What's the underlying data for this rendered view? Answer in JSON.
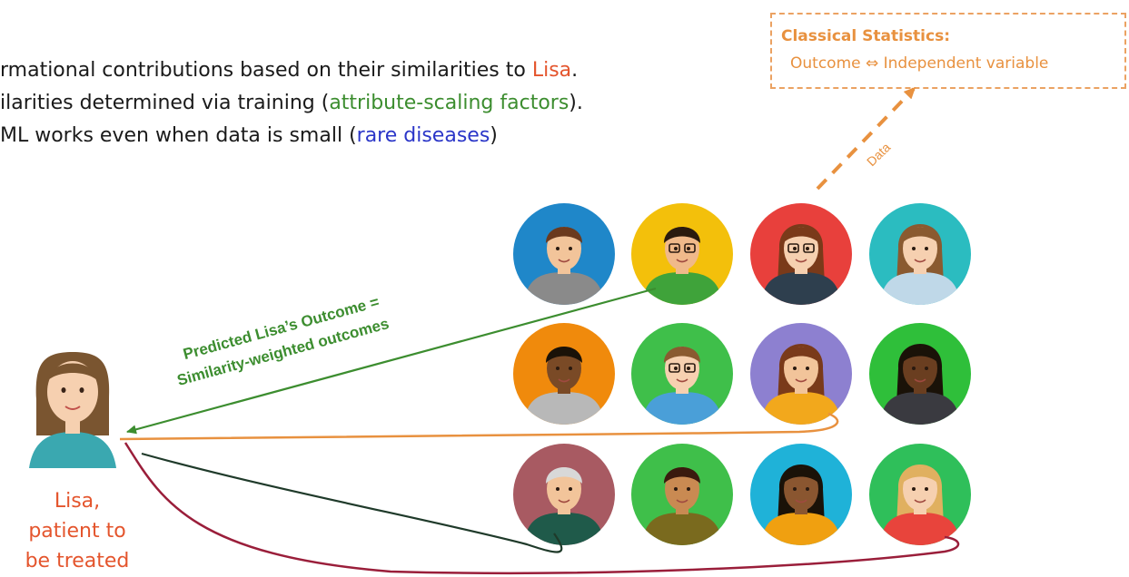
{
  "bullets": [
    {
      "pre": "rmational contributions based on their similarities to ",
      "hl": "Lisa",
      "post": ".",
      "hl_color": "orange"
    },
    {
      "pre": "ilarities determined via training (",
      "hl": "attribute-scaling factors",
      "post": ").",
      "hl_color": "green"
    },
    {
      "pre": "ML works even when data is small (",
      "hl": "rare diseases",
      "post": ")",
      "hl_color": "blue"
    }
  ],
  "classical": {
    "title": "Classical Statistics:",
    "relation": "Outcome ⇔ Independent variable"
  },
  "arrow_label": "Data",
  "prediction": {
    "line1": "Predicted Lisa’s Outcome =",
    "line2": "Similarity-weighted outcomes"
  },
  "lisa": {
    "line1": "Lisa,",
    "line2": "patient to",
    "line3": "be treated"
  },
  "colors": {
    "orange": "#e4552d",
    "green": "#3c8d2f",
    "blue": "#2b36c8",
    "dashed_box": "#eba262",
    "data_arrow": "#e8913f"
  },
  "patients": [
    {
      "bg": "#1f87c9",
      "skin": "#f2c49a",
      "hair": "#6b3a1e",
      "shirt": "#8a8a8a",
      "glasses": false,
      "long_hair": false
    },
    {
      "bg": "#f3c00b",
      "skin": "#f0b98a",
      "hair": "#2a1a0e",
      "shirt": "#3fa33a",
      "glasses": true,
      "long_hair": false
    },
    {
      "bg": "#e8403c",
      "skin": "#f6d0b0",
      "hair": "#7a3a1a",
      "shirt": "#2e3f4e",
      "glasses": true,
      "long_hair": true
    },
    {
      "bg": "#2bbcc0",
      "skin": "#f6d0b0",
      "hair": "#8a5a30",
      "shirt": "#bfd8e8",
      "glasses": false,
      "long_hair": true
    },
    {
      "bg": "#f08a0c",
      "skin": "#7a4a26",
      "hair": "#1a1208",
      "shirt": "#b8b8b8",
      "glasses": false,
      "long_hair": false
    },
    {
      "bg": "#3fbf4a",
      "skin": "#f6d0b0",
      "hair": "#8a5a30",
      "shirt": "#4a9fd8",
      "glasses": true,
      "long_hair": false
    },
    {
      "bg": "#8d80d0",
      "skin": "#f2c49a",
      "hair": "#7a3a1a",
      "shirt": "#f2a81c",
      "glasses": false,
      "long_hair": true
    },
    {
      "bg": "#2fbf3a",
      "skin": "#6a3e20",
      "hair": "#1a1208",
      "shirt": "#3a3a40",
      "glasses": false,
      "long_hair": true
    },
    {
      "bg": "#a85a62",
      "skin": "#f2c49a",
      "hair": "#d8d8d8",
      "shirt": "#1f5a4a",
      "glasses": false,
      "long_hair": false
    },
    {
      "bg": "#3fbf4a",
      "skin": "#c98a52",
      "hair": "#3a1a0e",
      "shirt": "#7a6a1e",
      "glasses": false,
      "long_hair": false
    },
    {
      "bg": "#1fb2d8",
      "skin": "#8a5630",
      "hair": "#1a1208",
      "shirt": "#f0a010",
      "glasses": false,
      "long_hair": true
    },
    {
      "bg": "#2fbf5a",
      "skin": "#f6d0b0",
      "hair": "#e0b060",
      "shirt": "#e8443c",
      "glasses": false,
      "long_hair": true
    }
  ],
  "lisa_avatar": {
    "skin": "#f6d0b0",
    "hair": "#7a5530",
    "shirt": "#3aa8b0"
  }
}
